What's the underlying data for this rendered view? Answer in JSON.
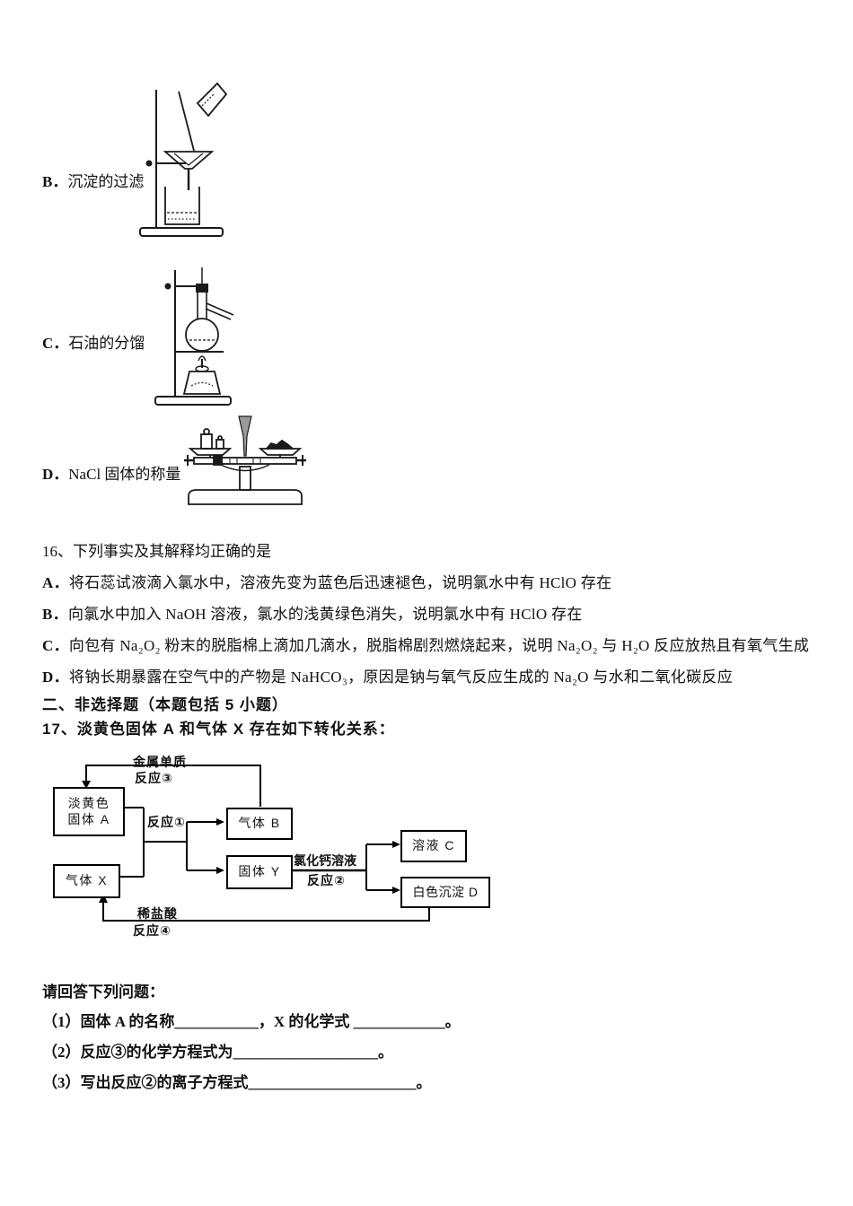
{
  "document": {
    "apparatus_options": [
      {
        "letter": "B．",
        "caption": "沉淀的过滤"
      },
      {
        "letter": "C．",
        "caption": "石油的分馏"
      },
      {
        "letter": "D．",
        "caption": "NaCl 固体的称量"
      }
    ],
    "q16": {
      "stem": "16、下列事实及其解释均正确的是",
      "options": [
        {
          "letter": "A．",
          "text": "将石蕊试液滴入氯水中，溶液先变为蓝色后迅速褪色，说明氯水中有 HClO 存在"
        },
        {
          "letter": "B．",
          "text": "向氯水中加入 NaOH 溶液，氯水的浅黄绿色消失，说明氯水中有 HClO 存在"
        },
        {
          "letter": "C．",
          "text": "向包有 Na₂O₂ 粉末的脱脂棉上滴加几滴水，脱脂棉剧烈燃烧起来，说明 Na₂O₂ 与 H₂O 反应放热且有氧气生成"
        },
        {
          "letter": "D．",
          "text": "将钠长期暴露在空气中的产物是 NaHCO₃，原因是钠与氧气反应生成的 Na₂O 与水和二氧化碳反应"
        }
      ]
    },
    "section_header": "二、非选择题（本题包括 5 小题）",
    "q17": {
      "intro": "17、淡黄色固体 A 和气体 X 存在如下转化关系：",
      "flowchart": {
        "box_a_line1": "淡黄色",
        "box_a_line2": "固体 A",
        "box_x": "气体 X",
        "box_b": "气体 B",
        "box_y": "固体 Y",
        "box_c": "溶液 C",
        "box_d": "白色沉淀 D",
        "label_metal": "金属单质",
        "label_reaction3": "反应③",
        "label_reaction1": "反应①",
        "label_cacl2": "氯化钙溶液",
        "label_reaction2": "反应②",
        "label_acid": "稀盐酸",
        "label_reaction4": "反应④"
      },
      "prompt": "请回答下列问题：",
      "subquestions": [
        "（1）固体 A 的名称___________，X 的化学式 ____________。",
        "（2）反应③的化学方程式为___________________。",
        "（3）写出反应②的离子方程式______________________。"
      ]
    }
  }
}
